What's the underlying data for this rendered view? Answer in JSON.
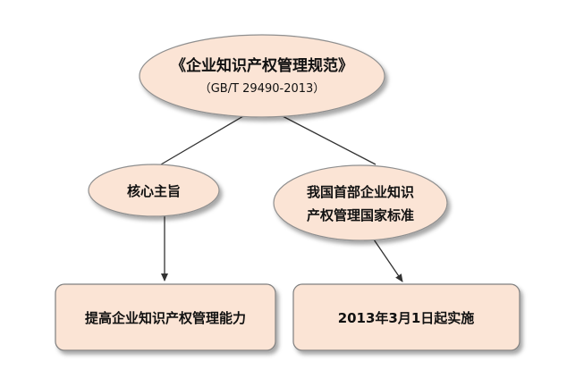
{
  "root": {
    "title": "《企业知识产权管理规范》",
    "code": "（GB/T 29490-2013）"
  },
  "left_branch": {
    "label": "核心主旨",
    "result": "提高企业知识产权管理能力"
  },
  "right_branch": {
    "label_line1": "我国首部企业知识",
    "label_line2": "产权管理国家标准",
    "result": "2013年3月1日起实施"
  },
  "colors": {
    "node_fill": "#fbe4d5",
    "node_stroke": "#8f8f8f",
    "box_stroke": "#7f7f7f",
    "arrow": "#333333"
  }
}
